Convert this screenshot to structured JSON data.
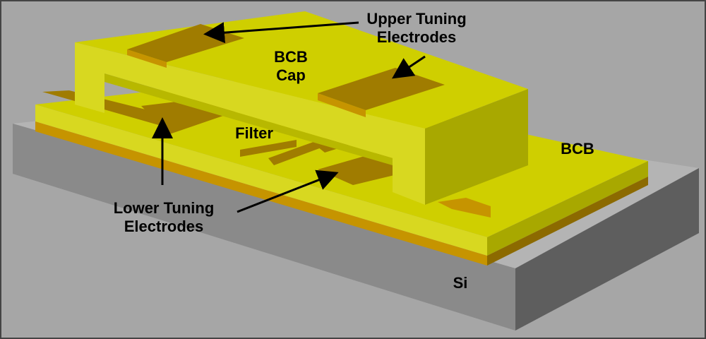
{
  "labels": {
    "upper_tuning_electrodes": [
      "Upper Tuning",
      "Electrodes"
    ],
    "bcb_cap": [
      "BCB",
      "Cap"
    ],
    "filter": "Filter",
    "bcb": "BCB",
    "lower_tuning_electrodes": [
      "Lower Tuning",
      "Electrodes"
    ],
    "si": "Si"
  },
  "colors": {
    "background": "#a6a6a6",
    "si_top": "#b4b4b4",
    "si_front": "#8a8a8a",
    "si_side": "#5e5e5e",
    "bcb_top": "#cfcf00",
    "bcb_front": "#d8d820",
    "bcb_side": "#a8a800",
    "electrode_top": "#a07c00",
    "electrode_front": "#c69400",
    "electrode_side": "#7c6000",
    "arrow": "#000000"
  }
}
